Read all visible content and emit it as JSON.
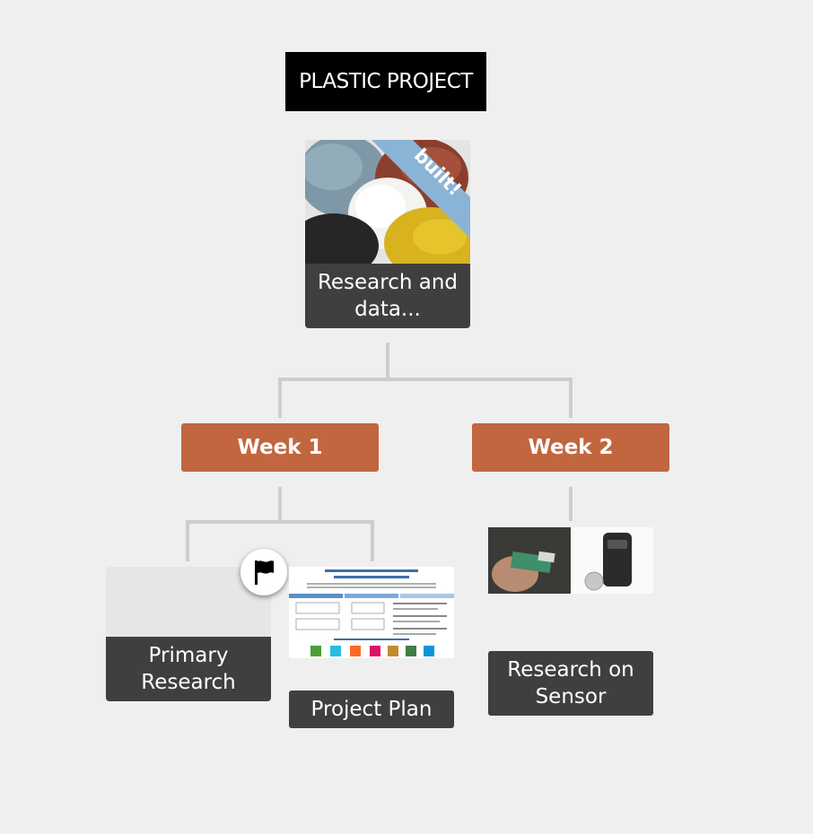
{
  "title": "PLASTIC PROJECT",
  "root_card": {
    "label": "Research and data...",
    "ribbon": "built!"
  },
  "weeks": [
    {
      "label": "Week 1"
    },
    {
      "label": "Week 2"
    }
  ],
  "week1_items": [
    {
      "label": "Primary Research"
    },
    {
      "label": "Project Plan"
    }
  ],
  "week2_items": [
    {
      "label": "Research on Sensor"
    }
  ],
  "colors": {
    "background": "#efefef",
    "week_box": "#c2663f",
    "label_bg": "#3f3f3f",
    "connector": "#cdcdcd"
  },
  "icons": [
    "flag-icon"
  ]
}
